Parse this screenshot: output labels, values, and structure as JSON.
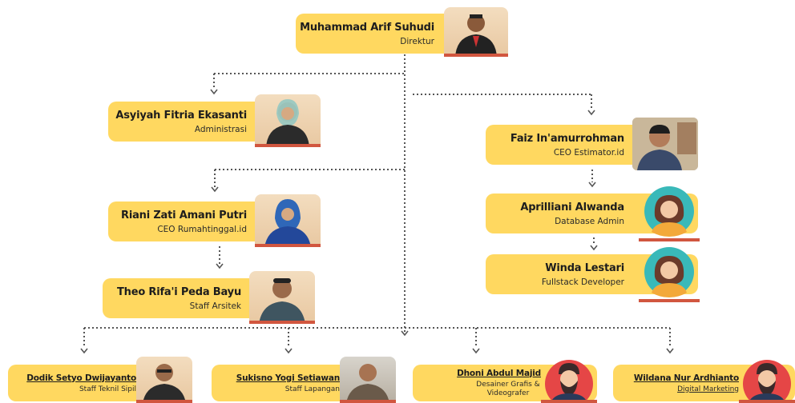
{
  "nodes": {
    "director": {
      "name": "Muhammad Arif Suhudi",
      "role": "Direktur"
    },
    "asyiyah": {
      "name": "Asyiyah Fitria Ekasanti",
      "role": "Administrasi"
    },
    "riani": {
      "name": "Riani Zati Amani Putri",
      "role": "CEO  Rumahtinggal.id"
    },
    "theo": {
      "name": "Theo Rifa'i Peda Bayu",
      "role": "Staff Arsitek"
    },
    "faiz": {
      "name": "Faiz In'amurrohman",
      "role": "CEO Estimator.id"
    },
    "aprilliani": {
      "name": "Aprilliani Alwanda",
      "role": "Database Admin"
    },
    "winda": {
      "name": "Winda Lestari",
      "role": "Fullstack Developer"
    },
    "dodik": {
      "name": "Dodik Setyo Dwijayanto",
      "role": "Staff Teknil Sipil"
    },
    "sukisno": {
      "name": "Sukisno Yogi Setiawan",
      "role": "Staff Lapangan"
    },
    "dhoni": {
      "name": "Dhoni Abdul Majid",
      "role": "Desainer Grafis & Videografer"
    },
    "wildana": {
      "name": "Wildana Nur  Ardhianto",
      "role": "Digital Marketing"
    }
  },
  "colors": {
    "card": "#ffd860",
    "accent": "#d1563f",
    "connector": "#555555",
    "avatar_teal": "#39b9b9",
    "avatar_red": "#e54646"
  }
}
